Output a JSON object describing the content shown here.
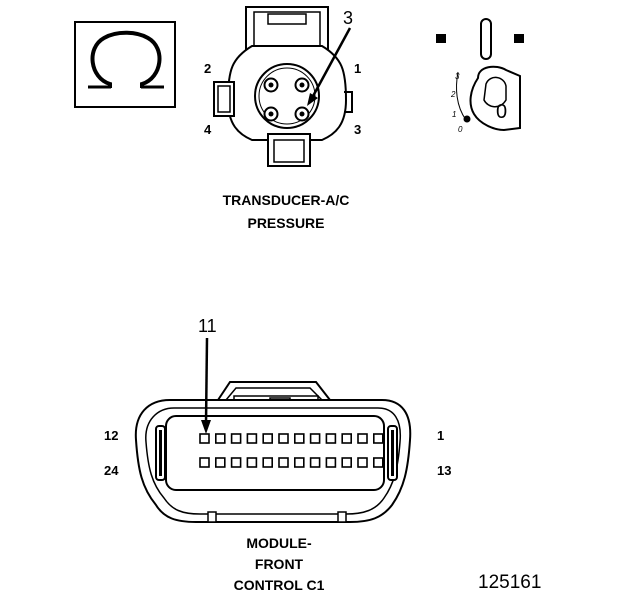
{
  "symbol": {
    "icon": "ohm-symbol-icon"
  },
  "transducer": {
    "callout": "3",
    "pins": {
      "top_left": "2",
      "top_right": "1",
      "bottom_left": "4",
      "bottom_right": "3"
    },
    "caption_line1": "TRANSDUCER-A/C",
    "caption_line2": "PRESSURE"
  },
  "ignition": {
    "icon": "ignition-key-icon",
    "positions": [
      "3",
      "2",
      "1",
      "0"
    ],
    "key_label": "0"
  },
  "module": {
    "callout": "11",
    "pins": {
      "row1_left": "12",
      "row1_right": "1",
      "row2_left": "24",
      "row2_right": "13"
    },
    "caption_line1": "MODULE-",
    "caption_line2": "FRONT",
    "caption_line3": "CONTROL C1"
  },
  "figure_number": "125161"
}
